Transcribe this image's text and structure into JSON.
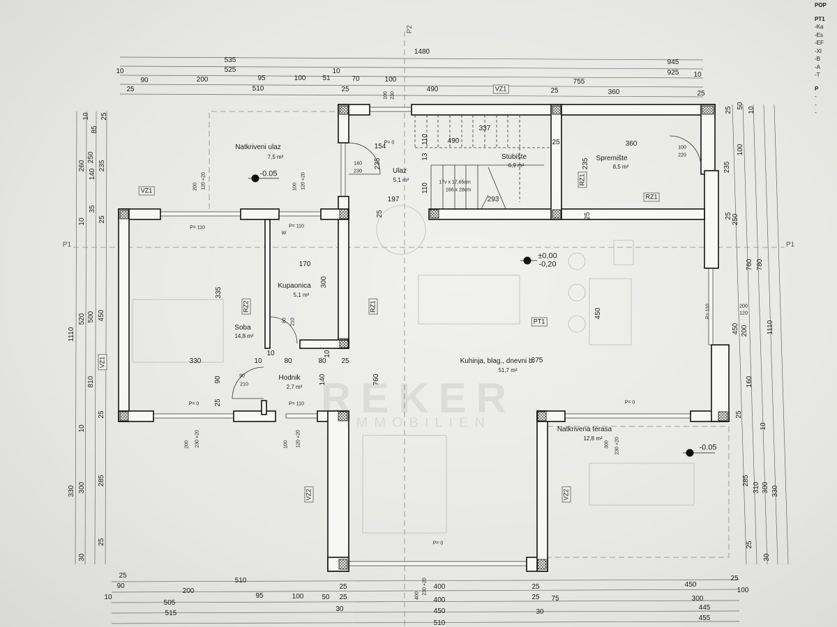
{
  "title_block": {
    "heading": "POP",
    "items": [
      "PT1",
      "-Ka",
      "-Es",
      "-EF",
      "-Xl",
      "-B",
      "-A",
      "-T",
      "P",
      "-",
      "-",
      "-"
    ]
  },
  "sections": {
    "p1_left": "P1",
    "p1_right": "P1",
    "p2": "P2"
  },
  "rooms": [
    {
      "name": "Natkriveni ulaz",
      "area": "7,5 m²"
    },
    {
      "name": "Ulaz",
      "area": "5,1 m²"
    },
    {
      "name": "Stubište",
      "area": "6,9 m²"
    },
    {
      "name": "Spremište",
      "area": "8,5 m²"
    },
    {
      "name": "Kupaonica",
      "area": "5,1 m²"
    },
    {
      "name": "Soba",
      "area": "14,8 m²"
    },
    {
      "name": "Hodnik",
      "area": "2,7 m²"
    },
    {
      "name": "Kuhinja, blag., dnevni b.",
      "area": "51,7 m²"
    },
    {
      "name": "Natkrivena terasa",
      "area": "12,8 m²"
    }
  ],
  "elevations": [
    "-0.05",
    "±0,00",
    "-0,20",
    "-0.05"
  ],
  "tags": [
    "VZ1",
    "VZ1",
    "VZ1",
    "VZ2",
    "VZ2",
    "RZ1",
    "RZ1",
    "RZ1",
    "RZ2",
    "PT1"
  ],
  "stair": {
    "spec1": "17v x 17,65cm",
    "spec2": "166 x 28cm"
  },
  "openings": [
    "P= 0",
    "P= 110",
    "P= 110",
    "P= 0",
    "P= 110",
    "P= 110",
    "P= 0",
    "P= 0"
  ],
  "watermark": {
    "line1": "REKER",
    "line2": "IMMOBILIEN"
  },
  "dims": {
    "top": [
      "1480",
      "535",
      "945",
      "10",
      "525",
      "10",
      "925",
      "10",
      "90",
      "200",
      "95",
      "100",
      "51",
      "70",
      "100",
      "755",
      "25",
      "510",
      "25",
      "490",
      "25",
      "360",
      "25",
      "100",
      "230"
    ],
    "bottom": [
      "25",
      "510",
      "25",
      "400",
      "25",
      "450",
      "25",
      "90",
      "200",
      "95",
      "100",
      "50",
      "25",
      "400",
      "25",
      "75",
      "300",
      "100",
      "10",
      "505",
      "30",
      "450",
      "30",
      "445",
      "515",
      "510",
      "455",
      "400",
      "230 +20"
    ],
    "left": [
      "10",
      "25",
      "85",
      "260",
      "250",
      "235",
      "140",
      "10",
      "35",
      "25",
      "1110",
      "520",
      "500",
      "450",
      "810",
      "10",
      "25",
      "330",
      "300",
      "285",
      "30",
      "25"
    ],
    "right": [
      "25",
      "50",
      "10",
      "100",
      "235",
      "25",
      "250",
      "760",
      "780",
      "200",
      "120",
      "450",
      "200",
      "1110",
      "160",
      "25",
      "10",
      "285",
      "310",
      "300",
      "330",
      "25",
      "30"
    ],
    "interior": [
      "154",
      "337",
      "490",
      "110",
      "13",
      "25",
      "360",
      "100",
      "220",
      "235",
      "140",
      "230",
      "235",
      "110",
      "293",
      "197",
      "25",
      "25",
      "170",
      "300",
      "335",
      "80",
      "210",
      "330",
      "10",
      "10",
      "80",
      "80",
      "10",
      "25",
      "90",
      "90",
      "210",
      "140",
      "760",
      "25",
      "450",
      "875",
      "300",
      "230 +20",
      "200",
      "230 +20",
      "100",
      "120 +20",
      "200",
      "120 +20",
      "100",
      "120 +20",
      "W"
    ]
  }
}
